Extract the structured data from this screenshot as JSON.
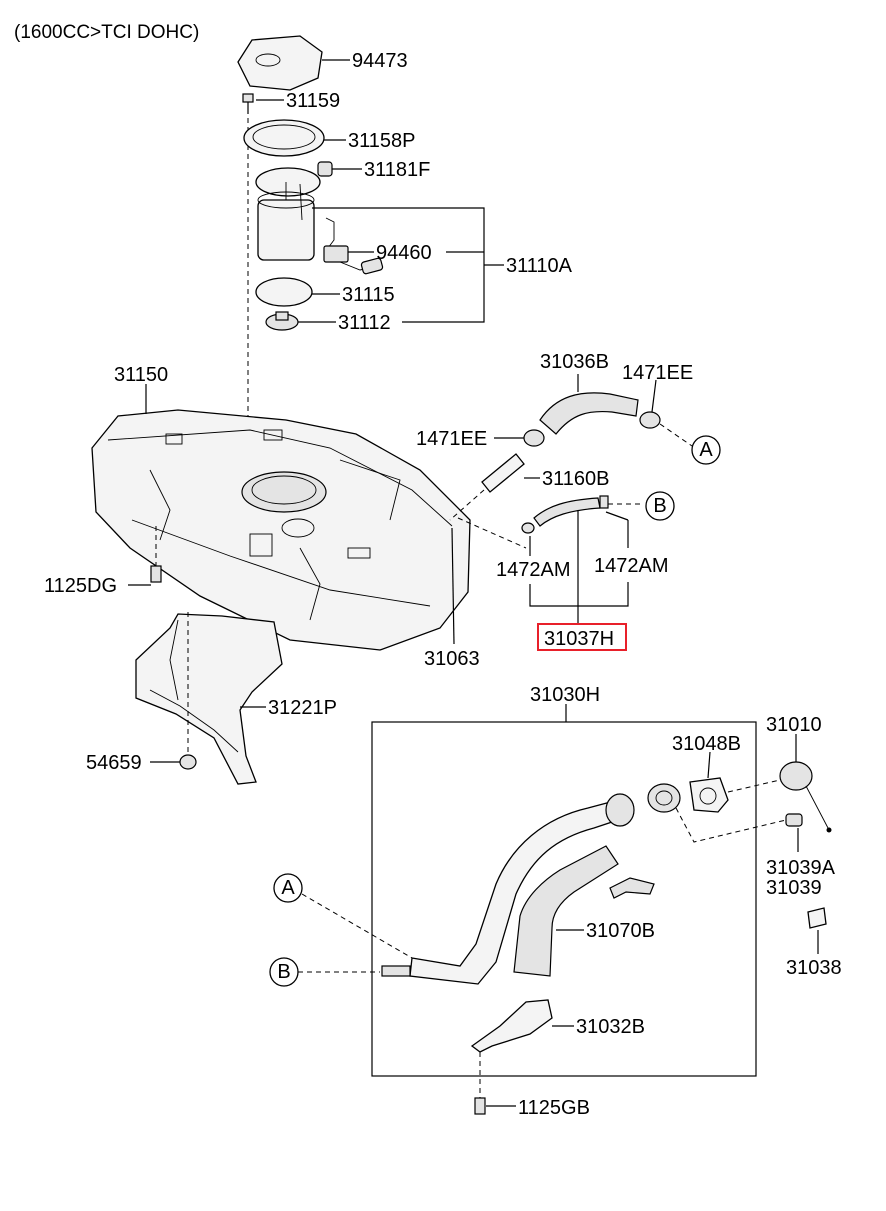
{
  "header": {
    "engine_note": "(1600CC>TCI DOHC)"
  },
  "callouts": {
    "p94473": "94473",
    "p31159": "31159",
    "p31158P": "31158P",
    "p31181F": "31181F",
    "p94460": "94460",
    "p31110A": "31110A",
    "p31115": "31115",
    "p31112": "31112",
    "p31150": "31150",
    "p31036B": "31036B",
    "p1471EE_right": "1471EE",
    "p1471EE_left": "1471EE",
    "p31160B": "31160B",
    "p1125DG": "1125DG",
    "p1472AM_left": "1472AM",
    "p1472AM_right": "1472AM",
    "p31037H": "31037H",
    "p31063": "31063",
    "p31221P": "31221P",
    "p54659": "54659",
    "p31030H": "31030H",
    "p31048B": "31048B",
    "p31010": "31010",
    "p31039A": "31039A",
    "p31039": "31039",
    "p31070B": "31070B",
    "p31038": "31038",
    "p31032B": "31032B",
    "p1125GB": "1125GB"
  },
  "connectors": {
    "a_top": "A",
    "b_top": "B",
    "a_bottom": "A",
    "b_bottom": "B"
  },
  "highlight": {
    "part": "31037H",
    "color": "#e8202a"
  }
}
